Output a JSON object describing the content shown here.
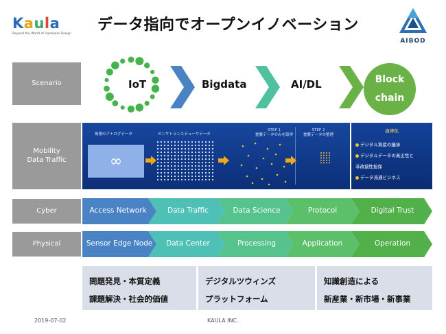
{
  "header": {
    "title": "データ指向でオープンイノベーション",
    "kaula_logo": {
      "letters": [
        "K",
        "a",
        "u",
        "l",
        "a"
      ],
      "tagline": "Beyond the World of Hardware Design"
    },
    "aibod_logo": {
      "name": "AIBOD"
    }
  },
  "rows": {
    "scenario": "Scenario",
    "mobility_line1": "Mobility",
    "mobility_line2": "Data Traffic",
    "cyber": "Cyber",
    "physical": "Physical"
  },
  "scenario": {
    "steps": [
      "IoT",
      "Bigdata",
      "AI/DL"
    ],
    "block_line1": "Block",
    "block_line2": "chain"
  },
  "mobility": {
    "analog_label": "無限のアナログデータ",
    "infinity": "∞",
    "sensor_label": "センサトランスデューサデータ",
    "step1_line1": "STEP 1",
    "step1_line2": "重要データのみを取得",
    "step2_line1": "STEP 2",
    "step2_line2": "重要データの整理",
    "right_header": "自律化",
    "right_items": [
      "デジタル資産の継承",
      "デジタルデータの真正性と",
      "非改竄性担保",
      "データ流通ビジネス"
    ]
  },
  "cyber": [
    "Access Network",
    "Data Traffic",
    "Data Science",
    "Protocol",
    "Digital Trust"
  ],
  "physical": [
    "Sensor Edge Node",
    "Data Center",
    "Processing",
    "Application",
    "Operation"
  ],
  "bottom": [
    {
      "line1": "問題発見・本質定義",
      "line2": "課題解決・社会的価値"
    },
    {
      "line1": "デジタルツウィンズ",
      "line2": "プラットフォーム"
    },
    {
      "line1": "知識創造による",
      "line2": "新産業・新市場・新事業"
    }
  ],
  "footer": {
    "date": "2019-07-02",
    "company": "KAULA INC."
  },
  "colors": {
    "label_gray": "#9a9a9a",
    "blue_dark": "#4a83c4",
    "teal": "#4fc0b6",
    "green": "#5cbf6a",
    "green_dark": "#52b04a",
    "block_green": "#6ab147",
    "navy": "#103a8a",
    "yellow_dot": "#f2c12e"
  }
}
